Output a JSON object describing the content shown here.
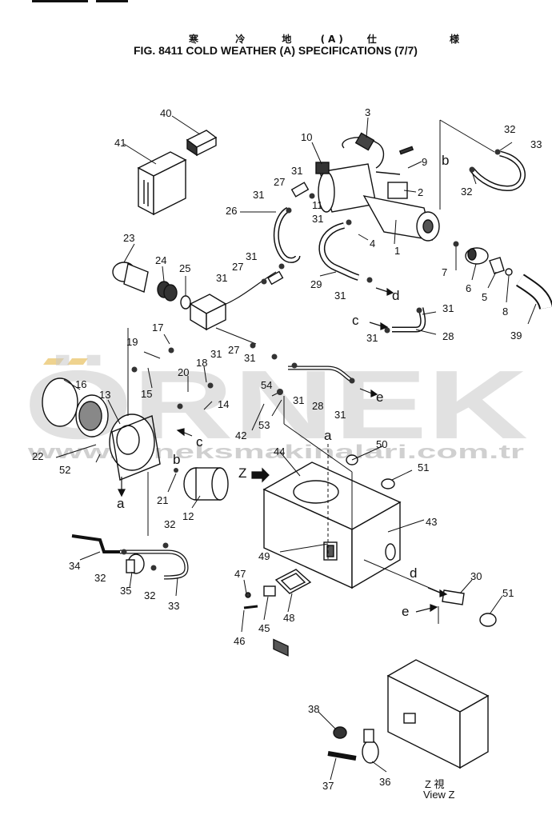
{
  "title": {
    "japanese": [
      "寒",
      "冷",
      "地",
      "(A)",
      "仕",
      "様"
    ],
    "english": "FIG. 8411 COLD WEATHER (A) SPECIFICATIONS (7/7)"
  },
  "watermark": {
    "brand": "ÖRNEK",
    "url": "www.orneksmakinalari.com.tr"
  },
  "view_caption": {
    "japanese": "Z 視",
    "english": "View Z"
  },
  "callouts": [
    {
      "id": "1",
      "text": "1"
    },
    {
      "id": "2",
      "text": "2"
    },
    {
      "id": "3",
      "text": "3"
    },
    {
      "id": "4",
      "text": "4"
    },
    {
      "id": "5",
      "text": "5"
    },
    {
      "id": "6",
      "text": "6"
    },
    {
      "id": "7",
      "text": "7"
    },
    {
      "id": "8",
      "text": "8"
    },
    {
      "id": "9",
      "text": "9"
    },
    {
      "id": "10",
      "text": "10"
    },
    {
      "id": "11",
      "text": "11"
    },
    {
      "id": "12",
      "text": "12"
    },
    {
      "id": "13",
      "text": "13"
    },
    {
      "id": "14",
      "text": "14"
    },
    {
      "id": "15",
      "text": "15"
    },
    {
      "id": "16",
      "text": "16"
    },
    {
      "id": "17",
      "text": "17"
    },
    {
      "id": "18",
      "text": "18"
    },
    {
      "id": "19",
      "text": "19"
    },
    {
      "id": "20",
      "text": "20"
    },
    {
      "id": "21",
      "text": "21"
    },
    {
      "id": "22",
      "text": "22"
    },
    {
      "id": "23",
      "text": "23"
    },
    {
      "id": "24",
      "text": "24"
    },
    {
      "id": "25",
      "text": "25"
    },
    {
      "id": "26",
      "text": "26"
    },
    {
      "id": "27a",
      "text": "27"
    },
    {
      "id": "27b",
      "text": "27"
    },
    {
      "id": "27c",
      "text": "27"
    },
    {
      "id": "28a",
      "text": "28"
    },
    {
      "id": "28b",
      "text": "28"
    },
    {
      "id": "29",
      "text": "29"
    },
    {
      "id": "30",
      "text": "30"
    },
    {
      "id": "31a",
      "text": "31"
    },
    {
      "id": "31b",
      "text": "31"
    },
    {
      "id": "31c",
      "text": "31"
    },
    {
      "id": "31d",
      "text": "31"
    },
    {
      "id": "31e",
      "text": "31"
    },
    {
      "id": "31f",
      "text": "31"
    },
    {
      "id": "31g",
      "text": "31"
    },
    {
      "id": "31h",
      "text": "31"
    },
    {
      "id": "31i",
      "text": "31"
    },
    {
      "id": "31j",
      "text": "31"
    },
    {
      "id": "31k",
      "text": "31"
    },
    {
      "id": "31l",
      "text": "31"
    },
    {
      "id": "32a",
      "text": "32"
    },
    {
      "id": "32b",
      "text": "32"
    },
    {
      "id": "32c",
      "text": "32"
    },
    {
      "id": "32d",
      "text": "32"
    },
    {
      "id": "32e",
      "text": "32"
    },
    {
      "id": "33a",
      "text": "33"
    },
    {
      "id": "33b",
      "text": "33"
    },
    {
      "id": "34",
      "text": "34"
    },
    {
      "id": "35",
      "text": "35"
    },
    {
      "id": "36",
      "text": "36"
    },
    {
      "id": "37",
      "text": "37"
    },
    {
      "id": "38",
      "text": "38"
    },
    {
      "id": "39",
      "text": "39"
    },
    {
      "id": "40",
      "text": "40"
    },
    {
      "id": "41",
      "text": "41"
    },
    {
      "id": "42",
      "text": "42"
    },
    {
      "id": "43",
      "text": "43"
    },
    {
      "id": "44",
      "text": "44"
    },
    {
      "id": "45",
      "text": "45"
    },
    {
      "id": "46",
      "text": "46"
    },
    {
      "id": "47",
      "text": "47"
    },
    {
      "id": "48",
      "text": "48"
    },
    {
      "id": "49",
      "text": "49"
    },
    {
      "id": "50",
      "text": "50"
    },
    {
      "id": "51a",
      "text": "51"
    },
    {
      "id": "51b",
      "text": "51"
    },
    {
      "id": "52",
      "text": "52"
    },
    {
      "id": "53",
      "text": "53"
    },
    {
      "id": "54",
      "text": "54"
    }
  ],
  "connectors": [
    {
      "id": "a1",
      "text": "a"
    },
    {
      "id": "a2",
      "text": "a"
    },
    {
      "id": "b1",
      "text": "b"
    },
    {
      "id": "b2",
      "text": "b"
    },
    {
      "id": "c1",
      "text": "c"
    },
    {
      "id": "c2",
      "text": "c"
    },
    {
      "id": "d1",
      "text": "d"
    },
    {
      "id": "d2",
      "text": "d"
    },
    {
      "id": "e1",
      "text": "e"
    },
    {
      "id": "e2",
      "text": "e"
    },
    {
      "id": "z",
      "text": "Z"
    }
  ],
  "colors": {
    "ink": "#111111",
    "watermark": "#c9c9c9",
    "watermark_accent": "#e8c060"
  }
}
